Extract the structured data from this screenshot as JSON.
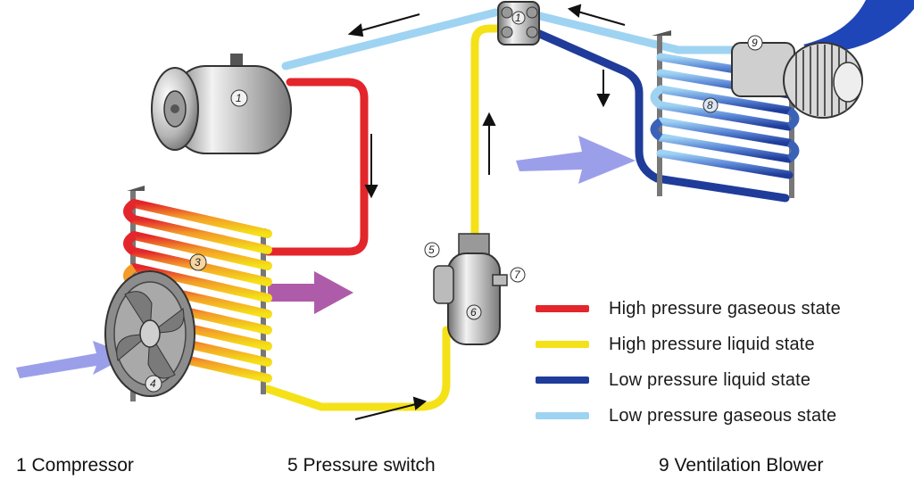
{
  "colors": {
    "high_gas": "#e3262b",
    "high_liquid": "#f5e118",
    "low_liquid": "#1f3c9a",
    "low_gas": "#9fd3f2",
    "airflow_in": "#8a8ee6",
    "airflow_hot": "#a0409a",
    "airflow_out": "#1f46b8"
  },
  "legend": [
    {
      "label": "High pressure gaseous state",
      "color": "#e3262b"
    },
    {
      "label": "High pressure liquid state",
      "color": "#f5e118"
    },
    {
      "label": "Low pressure liquid state",
      "color": "#1f3c9a"
    },
    {
      "label": "Low pressure gaseous state",
      "color": "#9fd3f2"
    }
  ],
  "components": {
    "compressor": {
      "number": "1"
    },
    "condenser": {
      "number": "3"
    },
    "fan": {
      "number": "4"
    },
    "pressure_switch": {
      "number": "5"
    },
    "receiver_drier": {
      "number": "6"
    },
    "port": {
      "number": "7"
    },
    "evaporator": {
      "number": "8"
    },
    "blower": {
      "number": "9"
    },
    "expansion_valve": {
      "number": "1"
    }
  },
  "captions": [
    {
      "text": "1 Compressor"
    },
    {
      "text": "5 Pressure switch"
    },
    {
      "text": "9   Ventilation Blower"
    }
  ]
}
